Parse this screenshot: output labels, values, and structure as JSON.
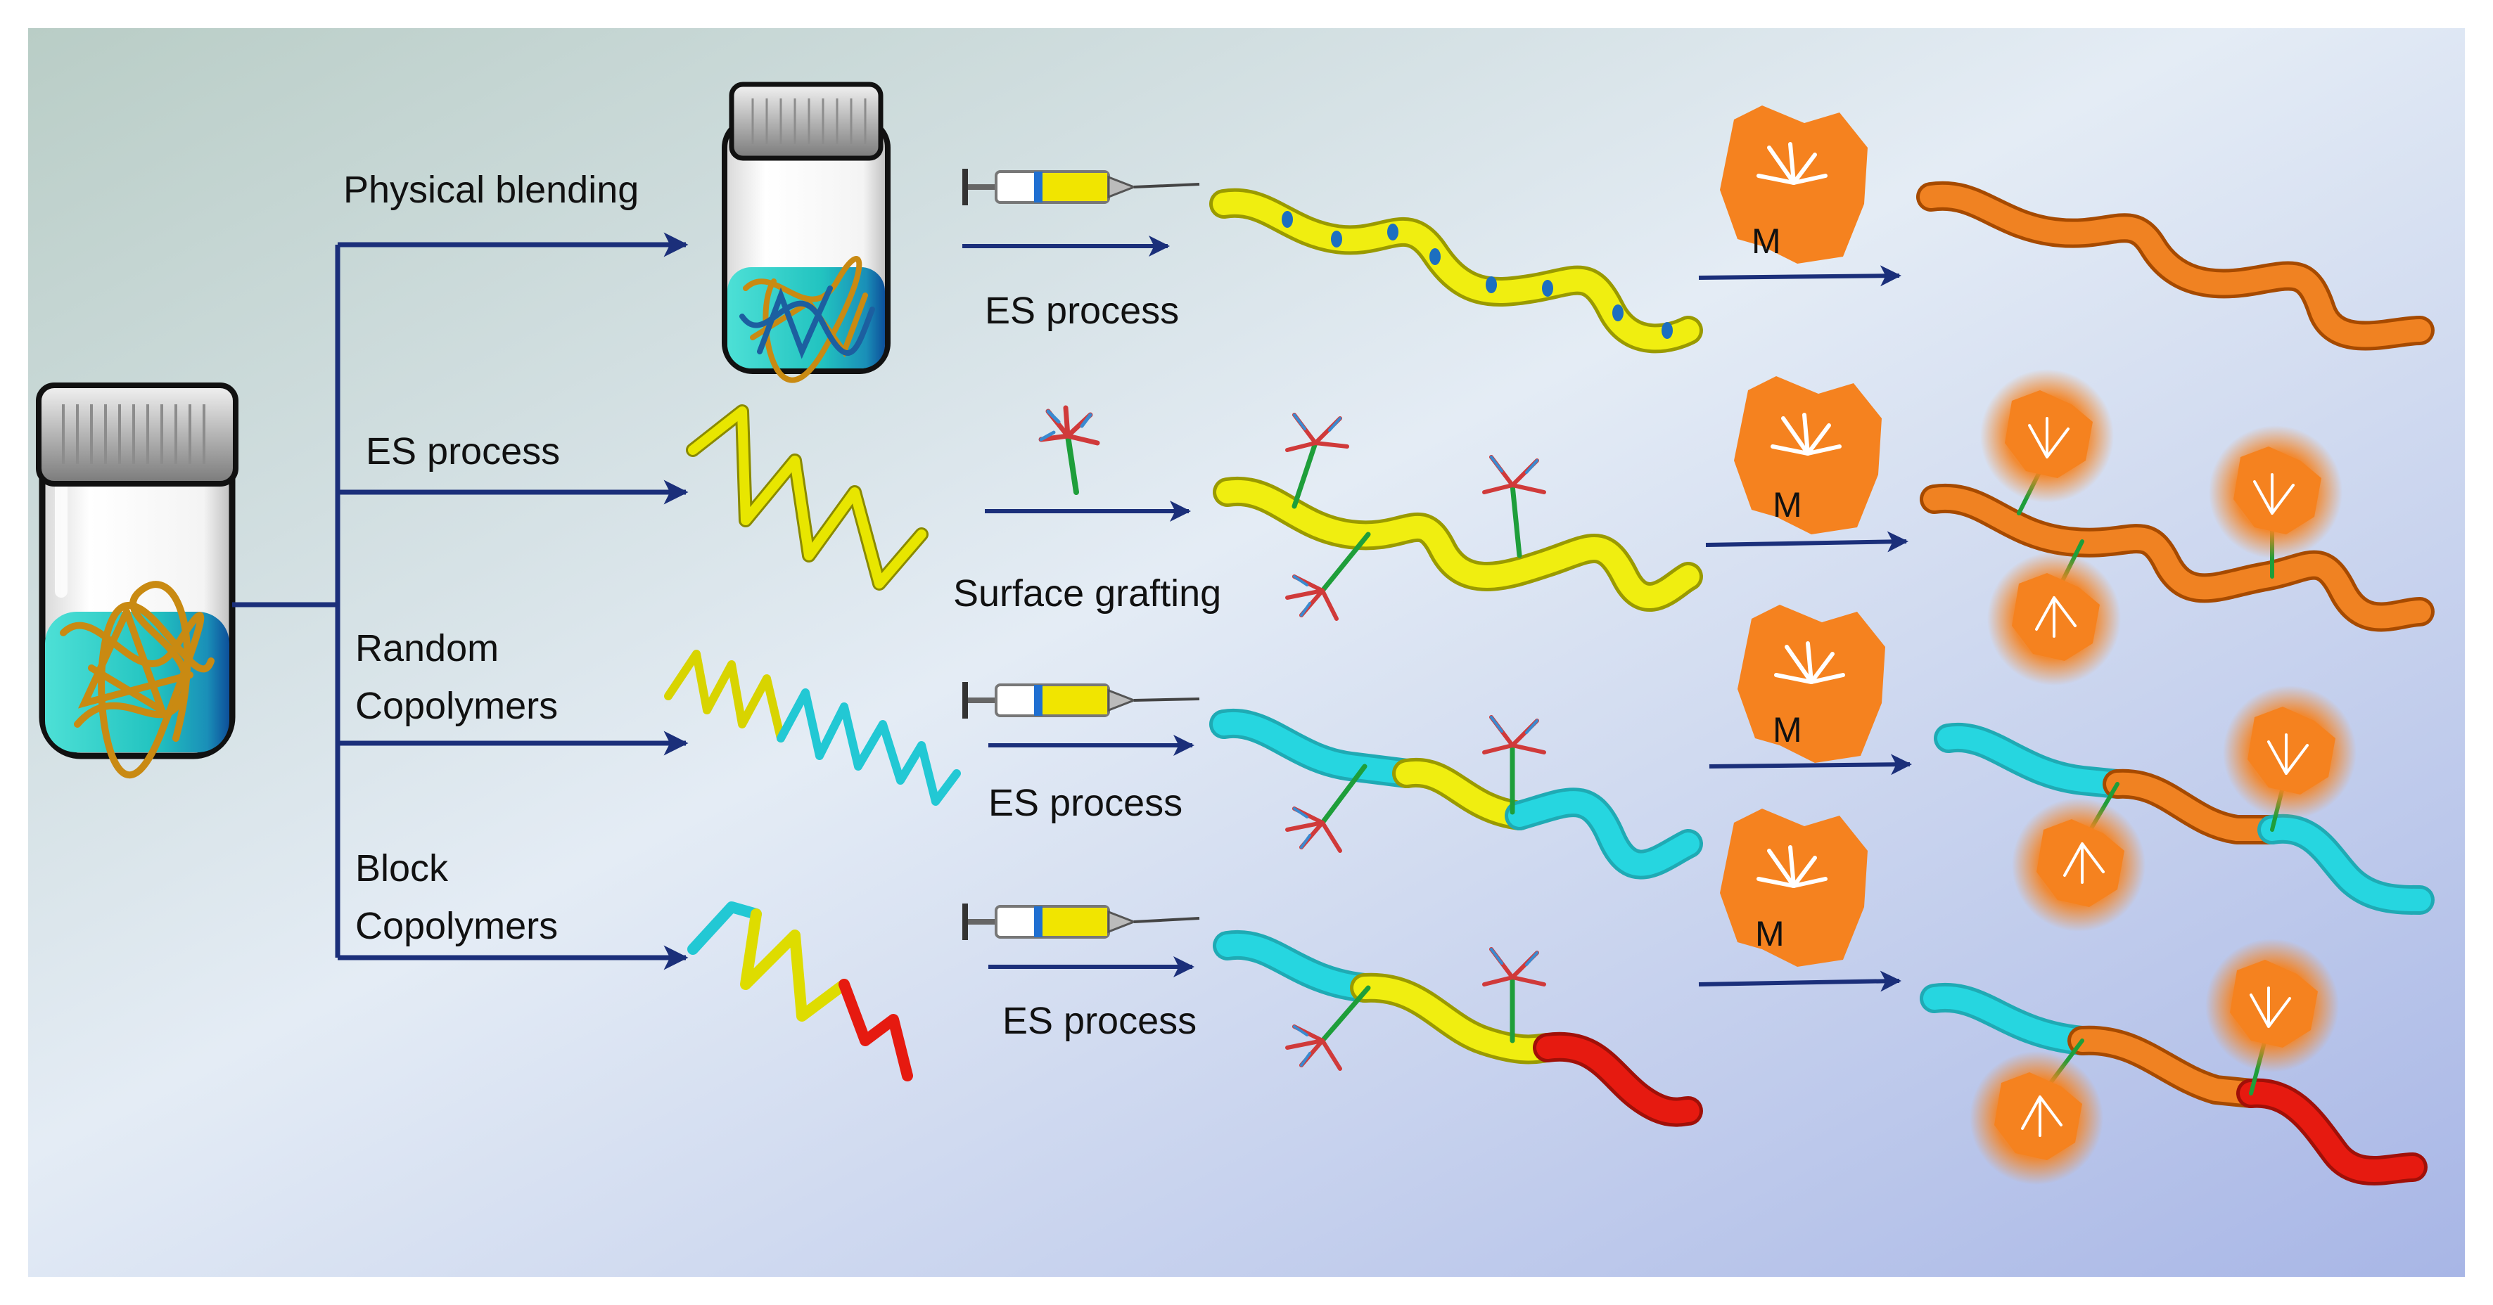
{
  "labels": {
    "physical_blending": "Physical blending",
    "es_process_branch": "ES process",
    "random_line1": "Random",
    "random_line2": "Copolymers",
    "block_line1": "Block",
    "block_line2": "Copolymers",
    "es_process_1": "ES process",
    "surface_grafting": "Surface grafting",
    "es_process_3": "ES process",
    "es_process_4": "ES process",
    "m1": "M",
    "m2": "M",
    "m3": "M",
    "m4": "M"
  },
  "colors": {
    "arrow": "#1b2f7a",
    "fiber_yellow": "#e8e800",
    "fiber_orange": "#ee7a12",
    "fiber_cyan": "#1ed0dc",
    "fiber_red": "#e61a10",
    "molecule_orange": "#f5821f",
    "graft_red": "#d03a3a",
    "graft_blue": "#3a8ad0",
    "graft_green": "#1e9e3a",
    "solution_cyan": "#25c7c2"
  }
}
